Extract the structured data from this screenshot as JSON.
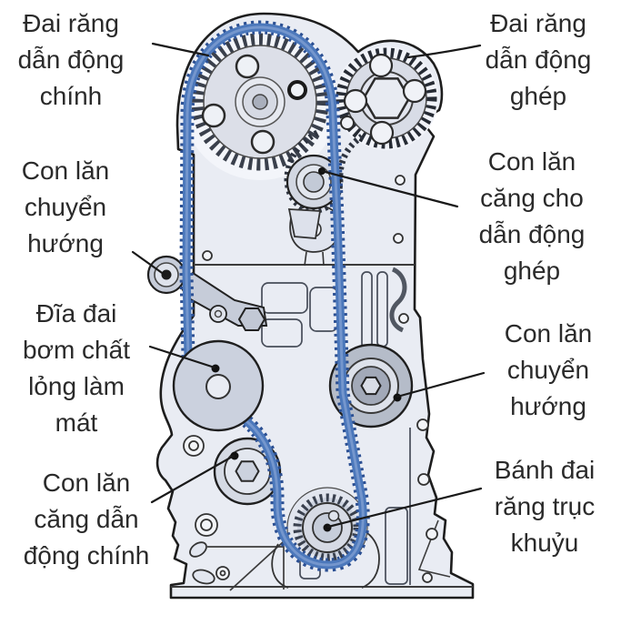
{
  "figure": {
    "type": "engine-timing-belt-diagram",
    "language": "vi",
    "labels": [
      {
        "id": "main-drive-timing-belt",
        "text": "Đai răng\ndẫn động\nchính"
      },
      {
        "id": "coupled-drive-timing-belt",
        "text": "Đai răng\ndẫn động\nghép"
      },
      {
        "id": "left-idler-roller",
        "text": "Con lăn\nchuyển\nhướng"
      },
      {
        "id": "coupled-drive-tensioner-roller",
        "text": "Con lăn\ncăng cho\ndẫn động\nghép"
      },
      {
        "id": "coolant-pump-pulley",
        "text": "Đĩa đai\nbơm chất\nlỏng làm\nmát"
      },
      {
        "id": "right-idler-roller",
        "text": "Con lăn\nchuyển\nhướng"
      },
      {
        "id": "main-drive-tensioner-roller",
        "text": "Con lăn\ncăng dẫn\nđộng chính"
      },
      {
        "id": "crankshaft-timing-pulley",
        "text": "Bánh đai\nrăng trục\nkhuỷu"
      }
    ],
    "colors": {
      "background": "#ffffff",
      "label_text": "#2a2a2a",
      "leader_line": "#191919",
      "belt_blue": "#4c78bb",
      "belt_teeth_blue": "#2c5093",
      "engine_fill": "#e9ecf3",
      "engine_outline": "#1d1d1d",
      "part_gray": "#c6ccd9",
      "dark_belt_teeth": "#2e3440"
    }
  }
}
